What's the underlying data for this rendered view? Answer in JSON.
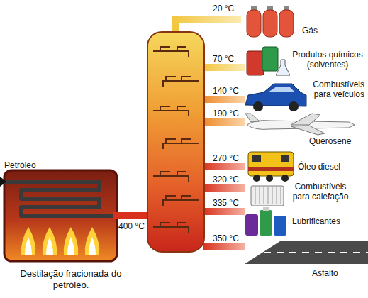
{
  "diagram": {
    "caption": "Destilação fracionada do petróleo.",
    "labels": [
      "20 °C",
      "Gás",
      "70 °C",
      "Produtos químicos (solventes)",
      "140 °C",
      "Combustíveis para veículos",
      "190 °C",
      "Querosene",
      "270 °C",
      "Óleo diesel",
      "320 °C",
      "Combustíveis para calefação",
      "335 °C",
      "Lubrificantes",
      "Petróleo",
      "400 °C",
      "350 °C",
      "Asfalto"
    ]
  }
}
